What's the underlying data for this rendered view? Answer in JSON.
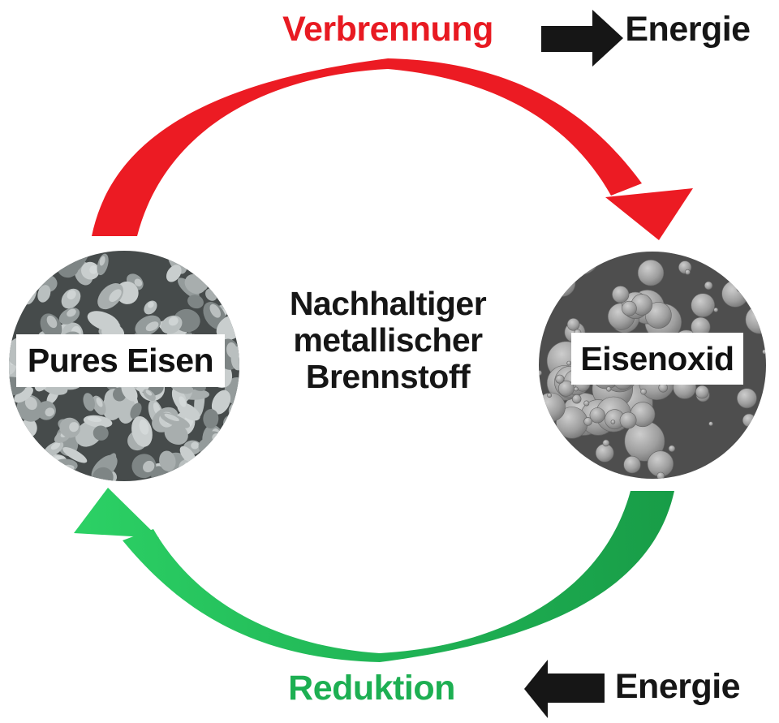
{
  "colors": {
    "combustion_red": "#ec1b23",
    "reduction_green_bright": "#2cd165",
    "reduction_green_mid": "#1fb254",
    "reduction_green_dark": "#189c47",
    "reduction_text_green": "#1daf52",
    "combustion_text_red": "#e81a22",
    "energy_arrow_black": "#161616"
  },
  "cycle": {
    "top_process": {
      "label": "Verbrennung",
      "output_label": "Energie"
    },
    "bottom_process": {
      "label": "Reduktion",
      "input_label": "Energie"
    },
    "left_node": {
      "label": "Pures Eisen"
    },
    "right_node": {
      "label": "Eisenoxid"
    },
    "center_caption": {
      "line1": "Nachhaltiger",
      "line2": "metallischer",
      "line3": "Brennstoff"
    }
  }
}
